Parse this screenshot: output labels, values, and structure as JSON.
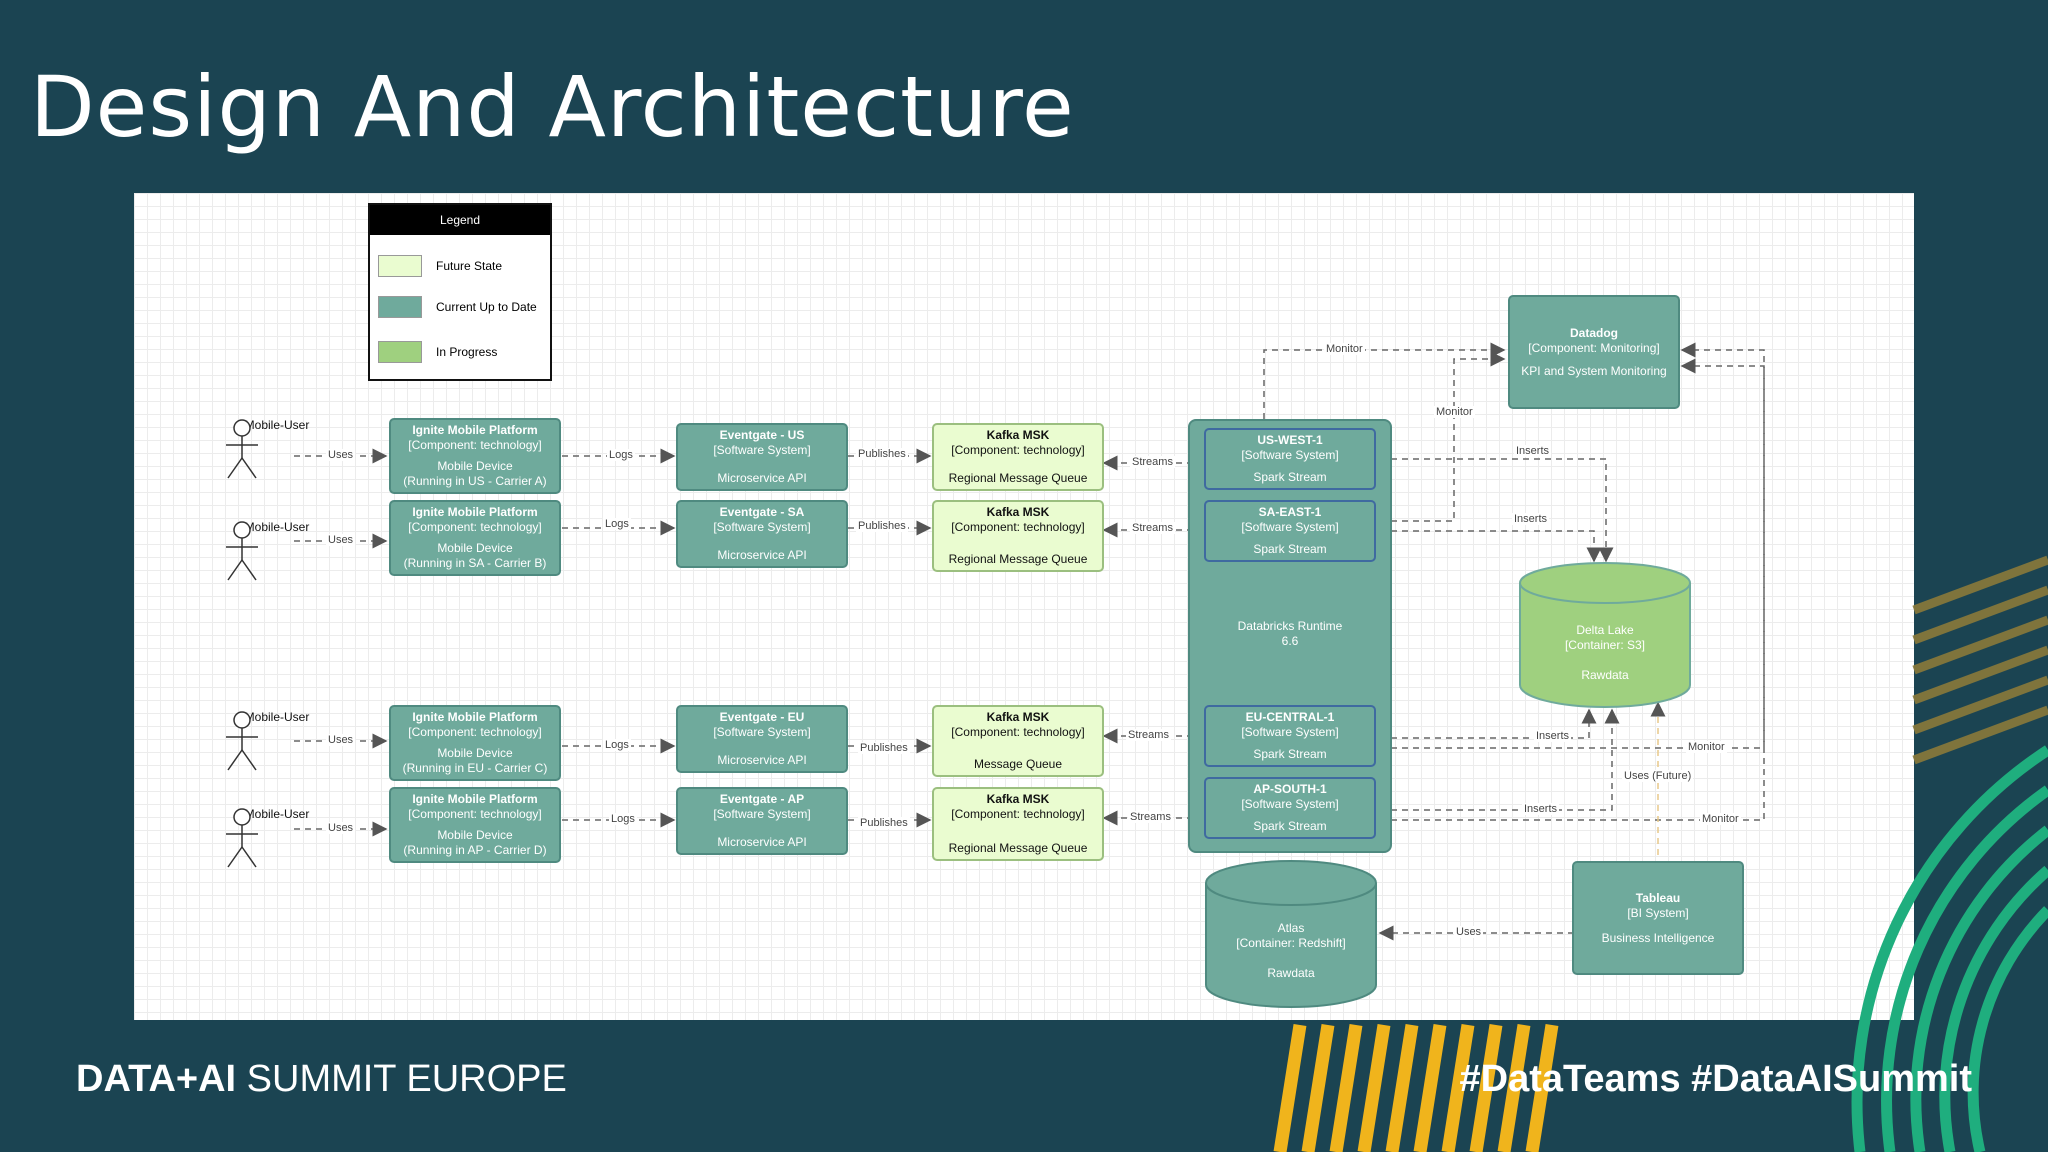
{
  "slide": {
    "title": "Design And Architecture",
    "footer_brand_bold": "DATA+AI",
    "footer_brand_rest": " SUMMIT EUROPE",
    "footer_tags": "#DataTeams #DataAISummit"
  },
  "legend": {
    "title": "Legend",
    "items": [
      {
        "label": "Future State",
        "color": "#eafcd0"
      },
      {
        "label": "Current Up to Date",
        "color": "#6faa9c"
      },
      {
        "label": "In Progress",
        "color": "#9fd07f"
      }
    ]
  },
  "actors": [
    {
      "label": "Mobile-User"
    },
    {
      "label": "Mobile-User"
    },
    {
      "label": "Mobile-User"
    },
    {
      "label": "Mobile-User"
    }
  ],
  "platforms": [
    {
      "name": "Ignite Mobile Platform",
      "type": "[Component: technology]",
      "desc": "Mobile Device",
      "note": "(Running in US - Carrier A)"
    },
    {
      "name": "Ignite Mobile Platform",
      "type": "[Component: technology]",
      "desc": "Mobile Device",
      "note": "(Running in SA - Carrier B)"
    },
    {
      "name": "Ignite Mobile Platform",
      "type": "[Component: technology]",
      "desc": "Mobile Device",
      "note": "(Running in EU - Carrier C)"
    },
    {
      "name": "Ignite Mobile Platform",
      "type": "[Component: technology]",
      "desc": "Mobile Device",
      "note": "(Running in AP - Carrier D)"
    }
  ],
  "eventgates": [
    {
      "name": "Eventgate - US",
      "type": "[Software System]",
      "desc": "Microservice API"
    },
    {
      "name": "Eventgate - SA",
      "type": "[Software System]",
      "desc": "Microservice API"
    },
    {
      "name": "Eventgate - EU",
      "type": "[Software System]",
      "desc": "Microservice API"
    },
    {
      "name": "Eventgate - AP",
      "type": "[Software System]",
      "desc": "Microservice API"
    }
  ],
  "kafka": [
    {
      "name": "Kafka MSK",
      "type": "[Component: technology]",
      "desc": "Regional Message Queue"
    },
    {
      "name": "Kafka MSK",
      "type": "[Component: technology]",
      "desc": "Regional Message Queue"
    },
    {
      "name": "Kafka MSK",
      "type": "[Component: technology]",
      "desc": "Message Queue"
    },
    {
      "name": "Kafka MSK",
      "type": "[Component: technology]",
      "desc": "Regional Message Queue"
    }
  ],
  "spark": [
    {
      "name": "US-WEST-1",
      "type": "[Software System]",
      "desc": "Spark Stream"
    },
    {
      "name": "SA-EAST-1",
      "type": "[Software System]",
      "desc": "Spark Stream"
    },
    {
      "name": "EU-CENTRAL-1",
      "type": "[Software System]",
      "desc": "Spark Stream"
    },
    {
      "name": "AP-SOUTH-1",
      "type": "[Software System]",
      "desc": "Spark Stream"
    }
  ],
  "runtime": {
    "line1": "Databricks Runtime",
    "line2": "6.6"
  },
  "datadog": {
    "name": "Datadog",
    "type": "[Component: Monitoring]",
    "desc": "KPI and System Monitoring"
  },
  "delta": {
    "name": "Delta Lake",
    "type": "[Container: S3]",
    "desc": "Rawdata"
  },
  "atlas": {
    "name": "Atlas",
    "type": "[Container: Redshift]",
    "desc": "Rawdata"
  },
  "tableau": {
    "name": "Tableau",
    "type": "[BI System]",
    "desc": "Business Intelligence"
  },
  "edge_labels": {
    "uses": "Uses",
    "logs": "Logs",
    "publishes": "Publishes",
    "streams": "Streams",
    "monitor": "Monitor",
    "inserts": "Inserts",
    "uses_future": "Uses (Future)"
  }
}
